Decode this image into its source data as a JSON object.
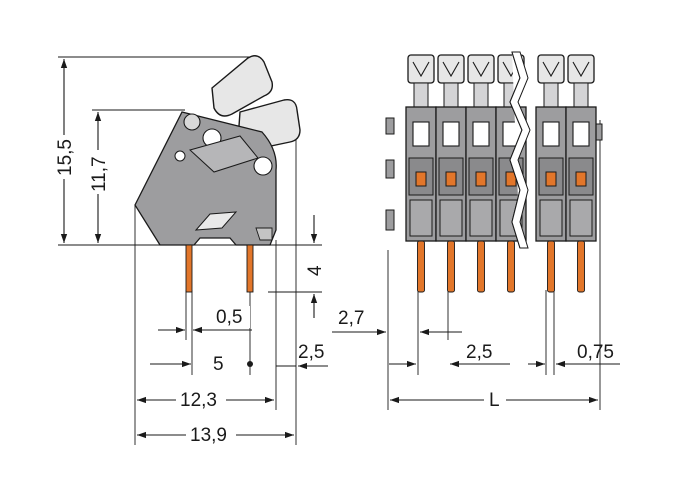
{
  "dimensions": {
    "height_total": "15,5",
    "height_body": "11,7",
    "pin_length": "4",
    "pin_width": "0,5",
    "pitch": "5",
    "offset_right": "2,5",
    "depth_body": "12,3",
    "depth_total": "13,9",
    "front_offset": "2,7",
    "front_pitch": "2,5",
    "end_offset": "0,75",
    "length": "L"
  },
  "colors": {
    "housing": "#9d9d9f",
    "lever": "#e7e7e7",
    "pin": "#e2762a",
    "line": "#1a1a1a"
  },
  "front_view": {
    "pole_count": 6
  }
}
